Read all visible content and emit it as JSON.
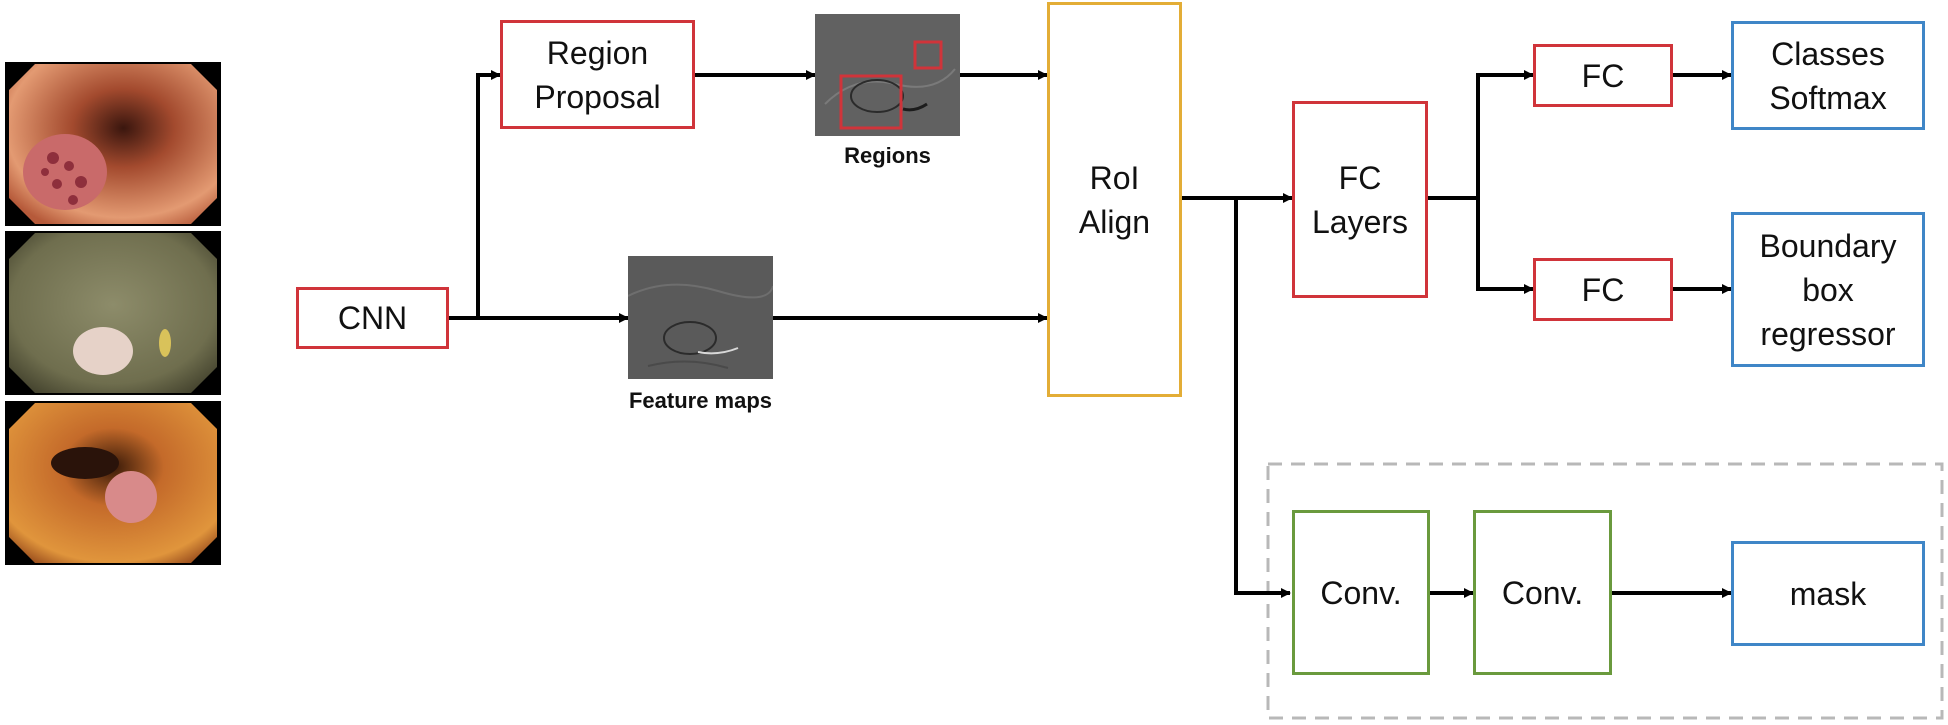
{
  "nodes": {
    "cnn": "CNN",
    "region_proposal": "Region\nProposal",
    "roi_align": "RoI\nAlign",
    "fc_layers": "FC\nLayers",
    "fc_top": "FC",
    "fc_bottom": "FC",
    "classes": "Classes\nSoftmax",
    "bbox": "Boundary\nbox\nregressor",
    "conv1": "Conv.",
    "conv2": "Conv.",
    "mask": "mask"
  },
  "captions": {
    "regions": "Regions",
    "feature_maps": "Feature maps"
  },
  "colors": {
    "red_border": "#d0343a",
    "yellow_border": "#e3ad36",
    "green_border": "#6a9a3d",
    "blue_border": "#3f86c7",
    "arrow": "#000000",
    "dashed_group": "#b8b8b8"
  }
}
